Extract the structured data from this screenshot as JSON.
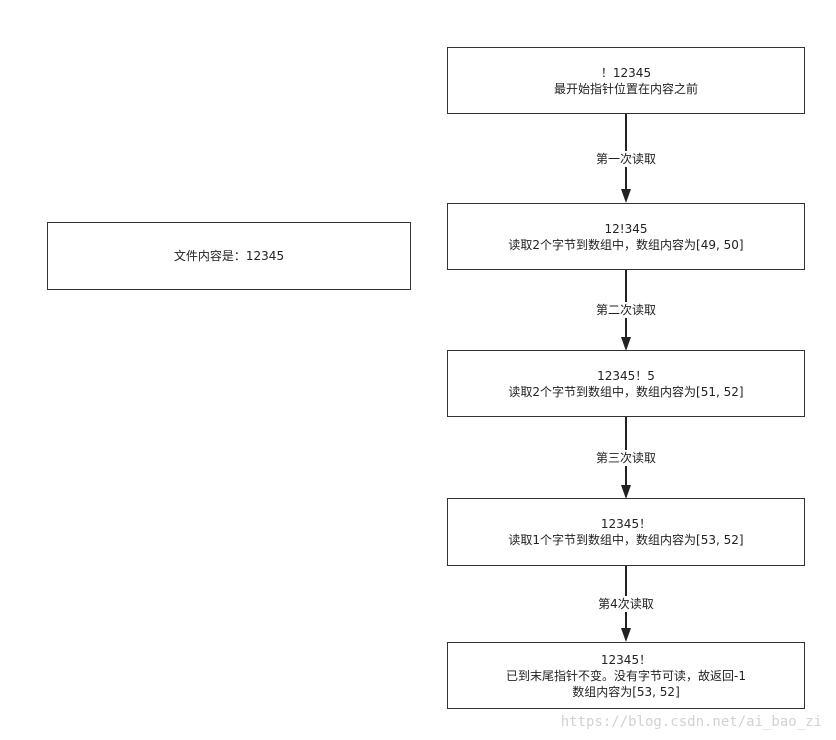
{
  "file_box": {
    "text": "文件内容是：12345"
  },
  "steps": [
    {
      "line1": "！12345",
      "line2": "最开始指针位置在内容之前",
      "line3": ""
    },
    {
      "line1": "12!345",
      "line2": "读取2个字节到数组中，数组内容为[49, 50]",
      "line3": ""
    },
    {
      "line1": "12345！5",
      "line2": "读取2个字节到数组中，数组内容为[51, 52]",
      "line3": ""
    },
    {
      "line1": "12345！",
      "line2": "读取1个字节到数组中，数组内容为[53, 52]",
      "line3": ""
    },
    {
      "line1": "12345！",
      "line2": "已到末尾指针不变。没有字节可读，故返回-1",
      "line3": "数组内容为[53, 52]"
    }
  ],
  "edges": [
    {
      "label": "第一次读取"
    },
    {
      "label": "第二次读取"
    },
    {
      "label": "第三次读取"
    },
    {
      "label": "第4次读取"
    }
  ],
  "watermark": "https://blog.csdn.net/ai_bao_zi"
}
